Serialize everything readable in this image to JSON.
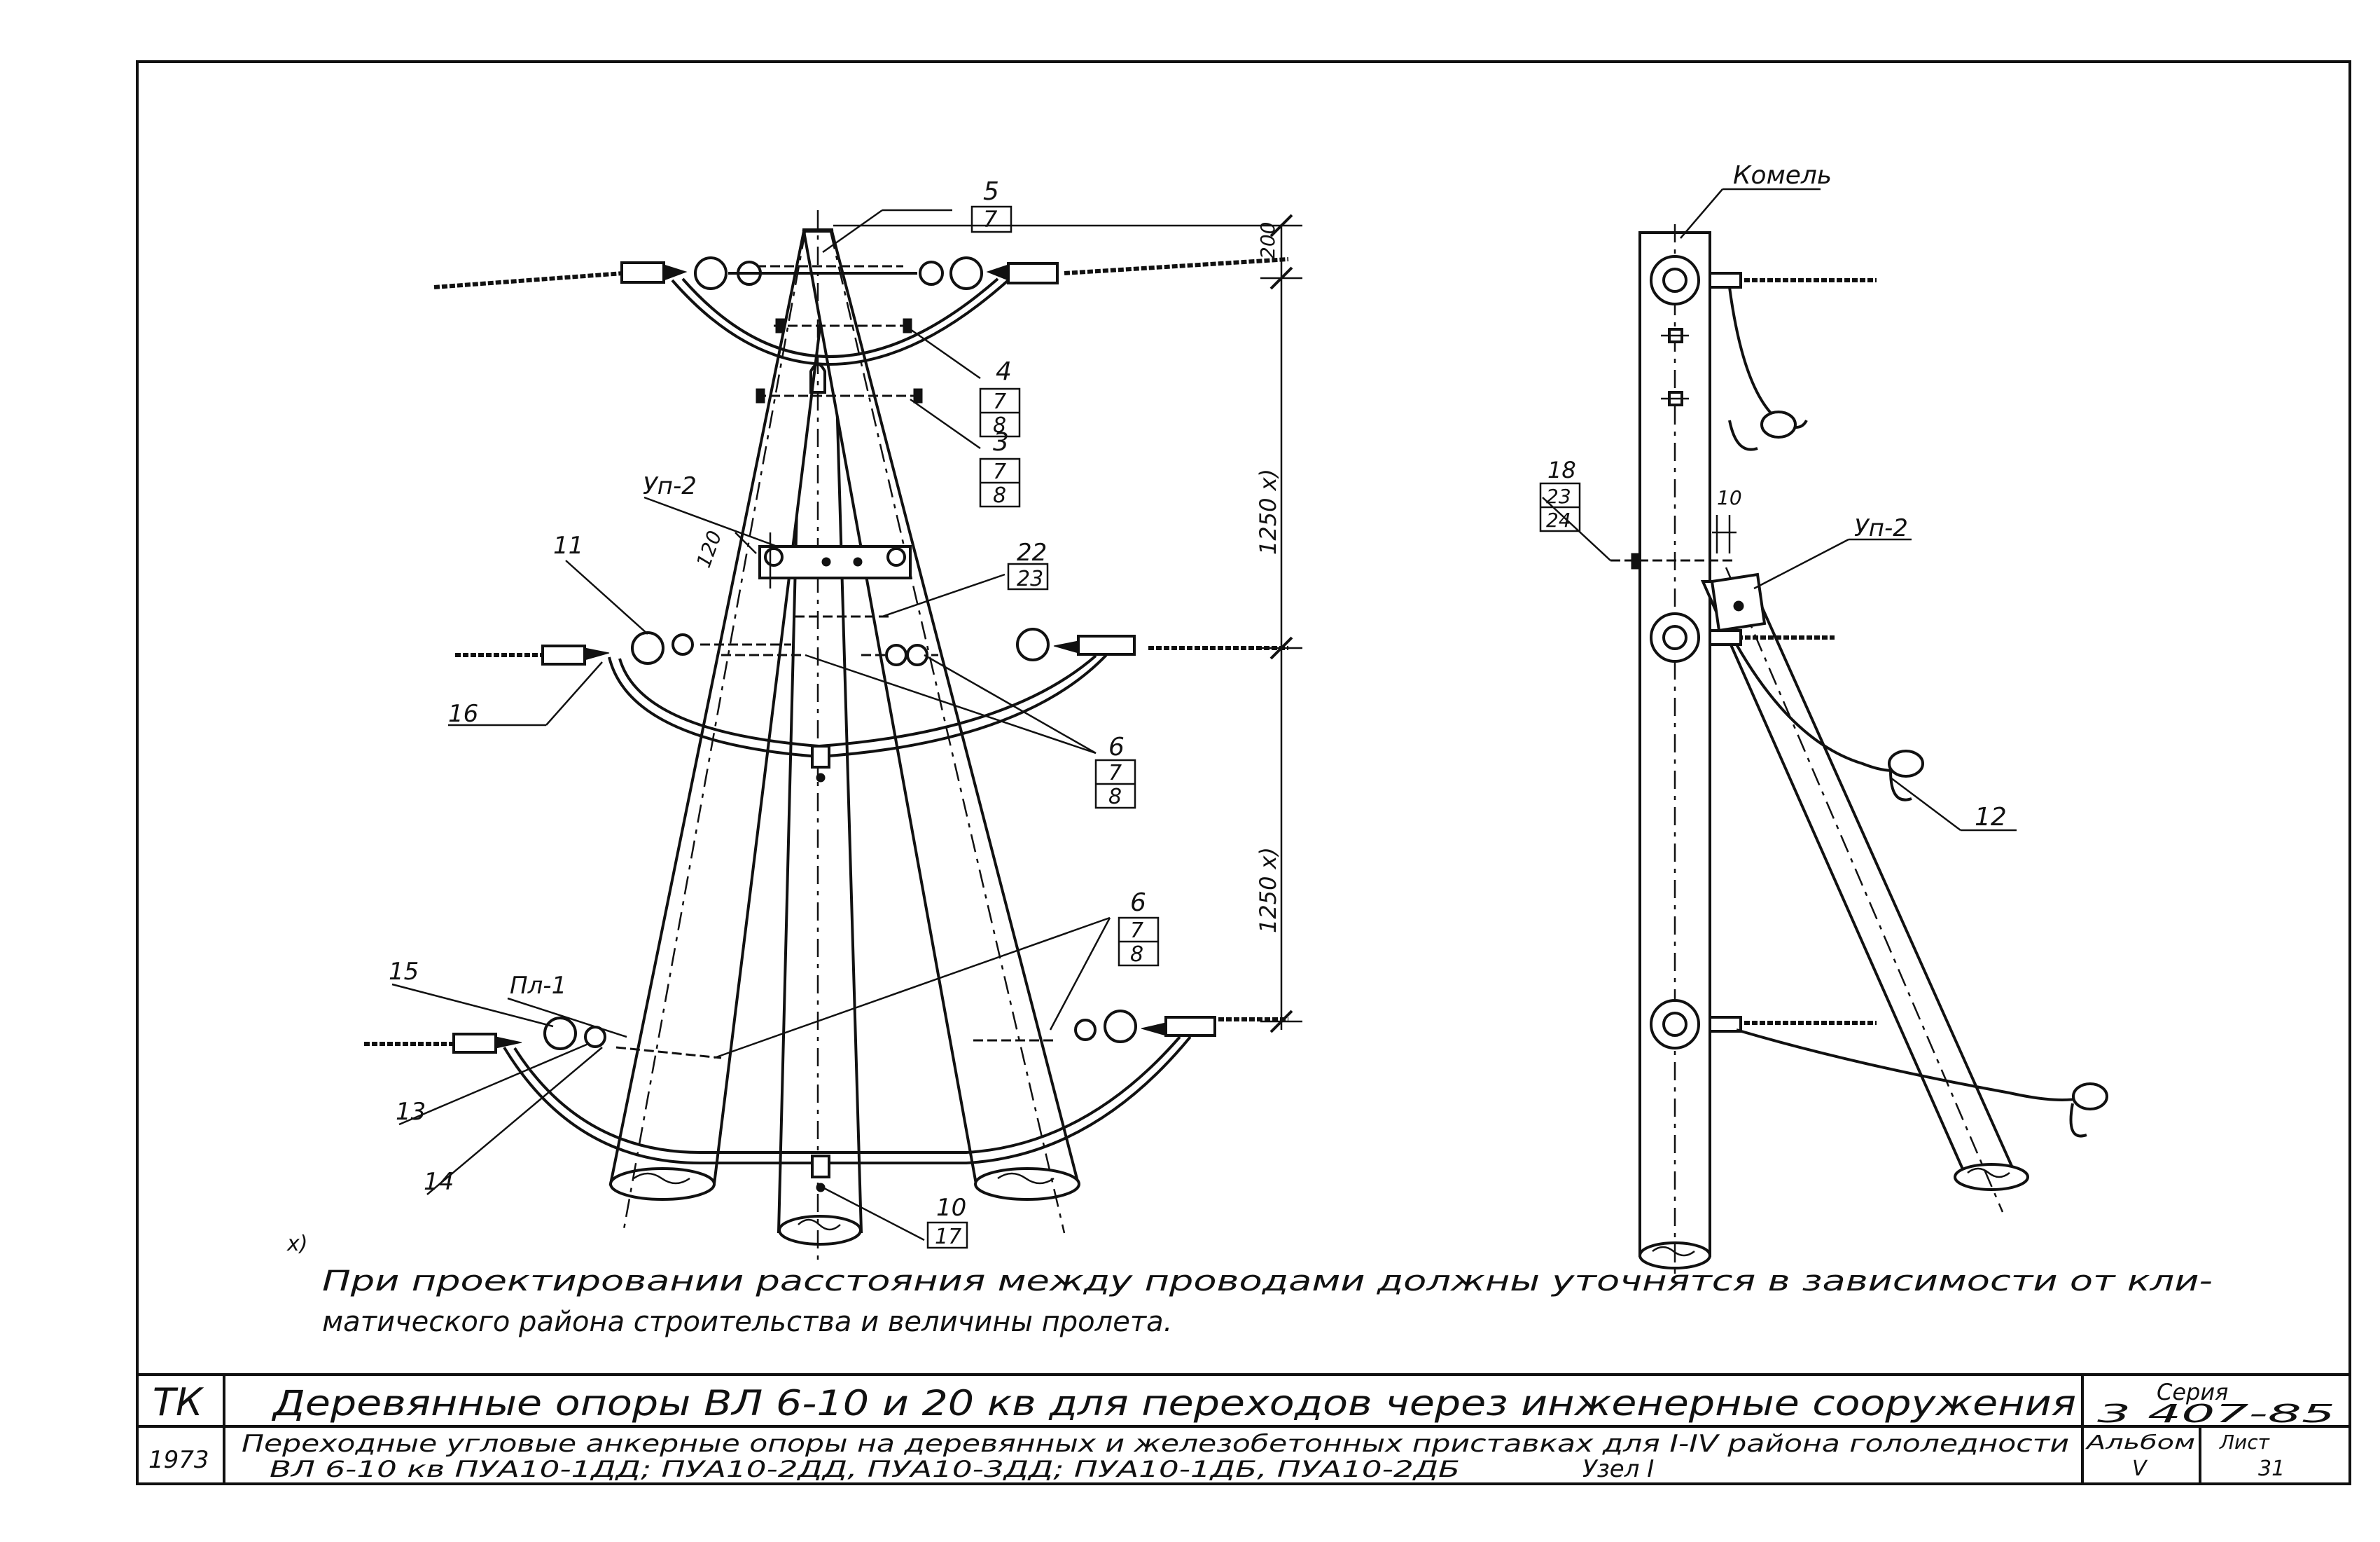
{
  "labels": {
    "pos5": "5",
    "pos5_sub": "7",
    "pos4": "4",
    "pos4_sub1": "7",
    "pos4_sub2": "8",
    "pos3": "3",
    "pos3_sub1": "7",
    "pos3_sub2": "8",
    "up2_left": "Уп-2",
    "dim120": "120",
    "pos22": "22",
    "pos22_sub": "23",
    "pos11": "11",
    "pos16": "16",
    "pos6a": "6",
    "pos6a_sub1": "7",
    "pos6a_sub2": "8",
    "pos6b": "6",
    "pos6b_sub1": "7",
    "pos6b_sub2": "8",
    "pos15": "15",
    "pl1": "Пл-1",
    "pos13": "13",
    "pos14": "14",
    "pos10": "10",
    "pos10_sub": "17",
    "dim200": "200",
    "dim1250a": "1250 x)",
    "dim1250b": "1250 x)",
    "komel": "Комель",
    "pos18": "18",
    "pos18_sub1": "23",
    "pos18_sub2": "24",
    "dim10": "10",
    "up2_right": "Уп-2",
    "pos12": "12"
  },
  "note": {
    "mark": "x)",
    "line1": "При проектировании   расстояния  между  проводами  должны   уточнятся в зависимости от кли-",
    "line2": "матического района   строительства   и    величины   пролета."
  },
  "title_block": {
    "org": "ТК",
    "year": "1973",
    "title": "Деревянные  опоры ВЛ 6-10 и 20 кв для   переходов  через инженерные сооружения",
    "subtitle1": "Переходные  угловые анкерные  опоры на деревянных и железобетонных приставках для I-IV района  гололедности",
    "subtitle2": "ВЛ 6-10 кв  ПУА10-1ДД; ПУА10-2ДД, ПУА10-3ДД; ПУА10-1ДБ, ПУА10-2ДБ",
    "node": "Узел I",
    "series_label": "Серия",
    "series_value": "3 407-85",
    "album_label": "Альбом",
    "album_value": "V",
    "sheet_label": "Лист",
    "sheet_value": "31"
  }
}
